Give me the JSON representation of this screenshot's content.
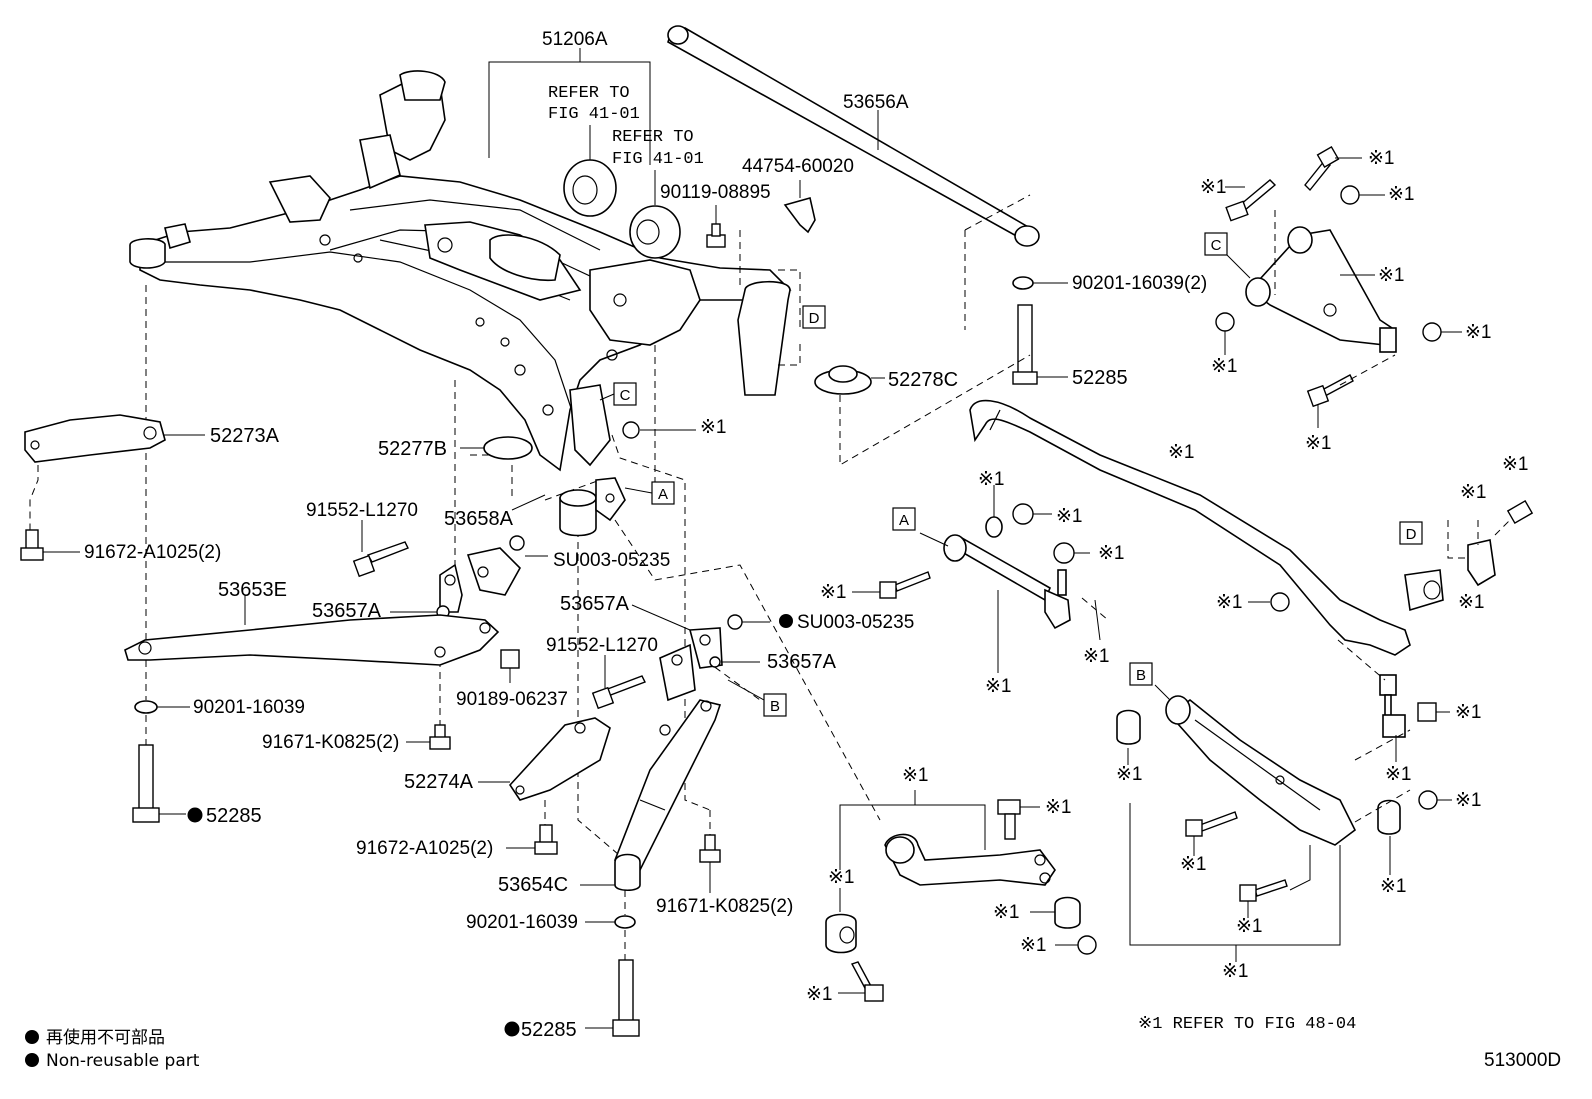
{
  "diagram_id": "513000D",
  "part_labels": {
    "p51206A": "51206A",
    "refer1": [
      "REFER TO",
      "FIG 41-01"
    ],
    "refer2": [
      "REFER TO",
      "FIG 41-01"
    ],
    "p53656A": "53656A",
    "p44754": "44754-60020",
    "p90119": "90119-08895",
    "p90201_top": "90201-16039(2)",
    "p52285_top": "52285",
    "p52278C": "52278C",
    "p52273A": "52273A",
    "p52277B": "52277B",
    "p91552_left": "91552-L1270",
    "p53658A": "53658A",
    "p91672_left": "91672-A1025(2)",
    "pSU003_left": "SU003-05235",
    "p53653E": "53653E",
    "p53657A_left": "53657A",
    "p53657A_mid": "53657A",
    "pSU003_right": "SU003-05235",
    "p91552_mid": "91552-L1270",
    "p53657A_right": "53657A",
    "p90189": "90189-06237",
    "p90201_left": "90201-16039",
    "p91671_left": "91671-K0825(2)",
    "p52285_left": "52285",
    "p52274A": "52274A",
    "p91672_mid": "91672-A1025(2)",
    "p53654C": "53654C",
    "p90201_mid": "90201-16039",
    "p91671_mid": "91671-K0825(2)",
    "p52285_bottom": "52285",
    "ref_mark": "※1",
    "refer_fig": "※1 REFER TO FIG 48-04"
  },
  "box_labels": {
    "A": "A",
    "B": "B",
    "C": "C",
    "D": "D"
  },
  "legend": {
    "jp": "再使用不可部品",
    "en": "Non-reusable part"
  }
}
